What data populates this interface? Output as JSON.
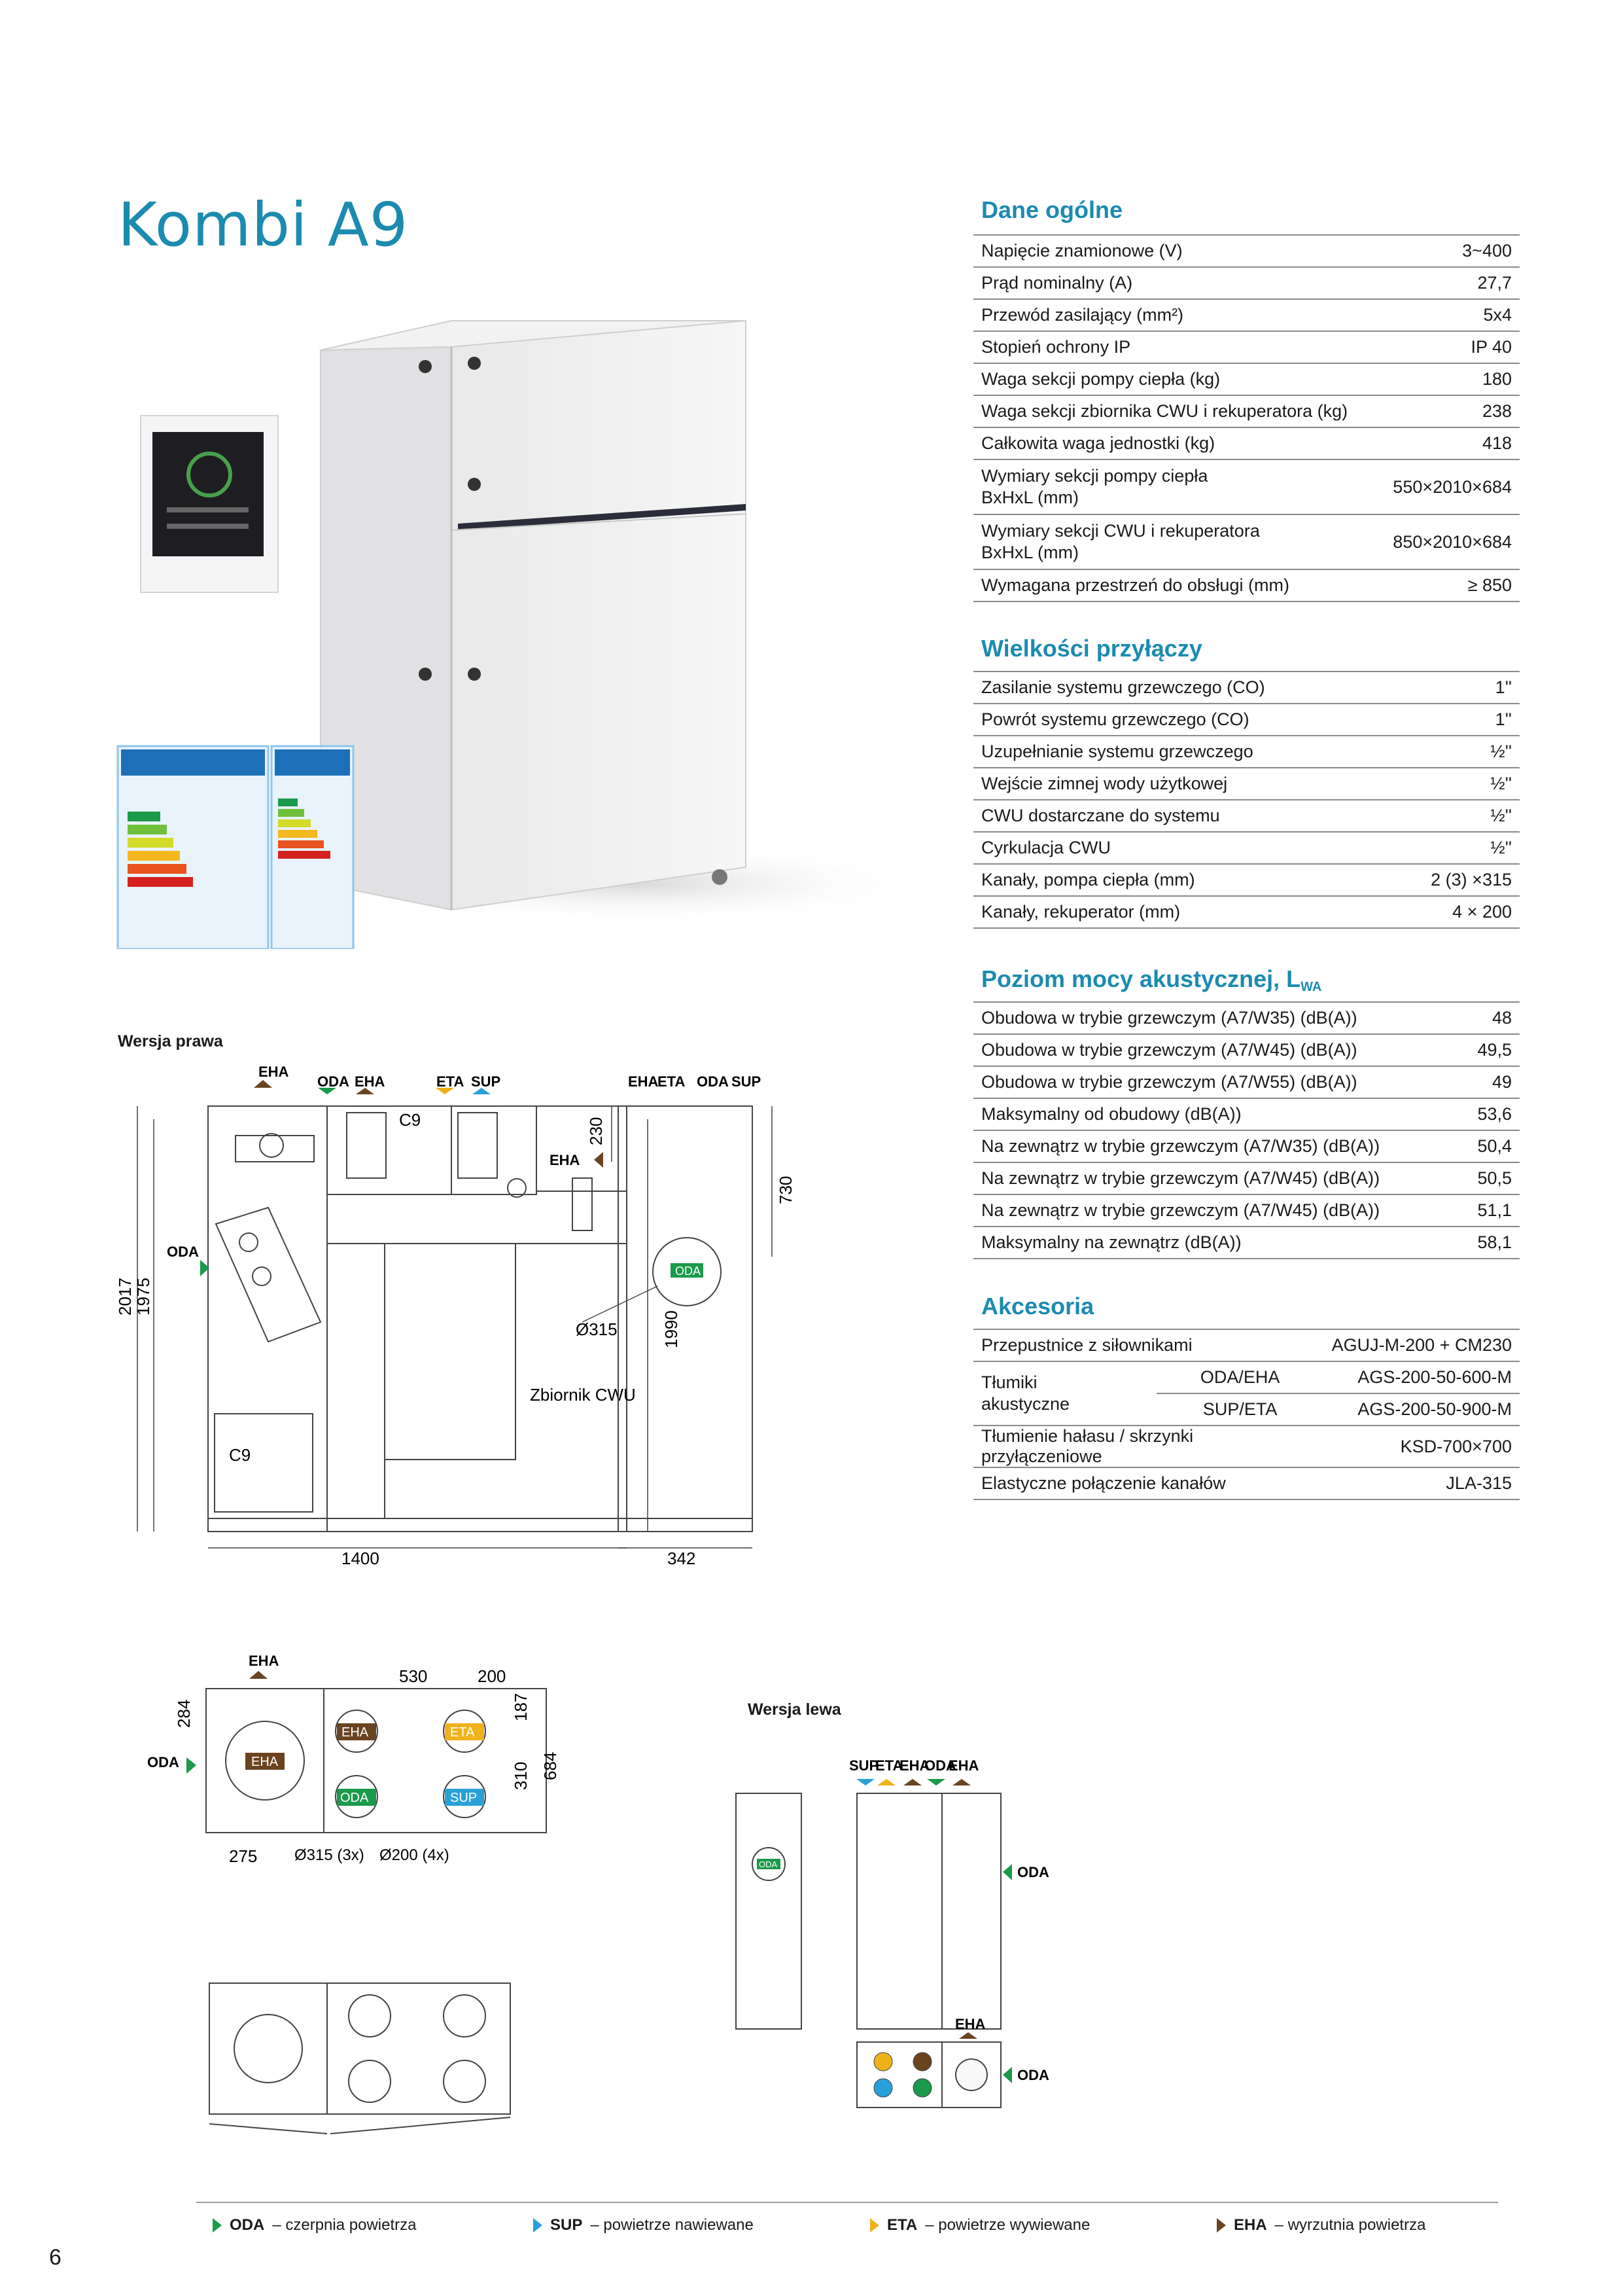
{
  "title": "Kombi A9",
  "general": {
    "heading": "Dane ogólne",
    "rows": [
      {
        "label": "Napięcie znamionowe (V)",
        "value": "3~400"
      },
      {
        "label": "Prąd nominalny (A)",
        "value": "27,7"
      },
      {
        "label": "Przewód zasilający (mm²)",
        "value": "5x4"
      },
      {
        "label": "Stopień ochrony IP",
        "value": "IP 40"
      },
      {
        "label": "Waga sekcji pompy ciepła (kg)",
        "value": "180"
      },
      {
        "label": "Waga sekcji zbiornika CWU i rekuperatora (kg)",
        "value": "238"
      },
      {
        "label": "Całkowita waga jednostki (kg)",
        "value": "418"
      },
      {
        "label": "Wymiary sekcji pompy ciepła",
        "label2": "BxHxL (mm)",
        "value": "550×2010×684"
      },
      {
        "label": "Wymiary sekcji CWU i rekuperatora",
        "label2": "BxHxL (mm)",
        "value": "850×2010×684"
      },
      {
        "label": "Wymagana przestrzeń do obsługi (mm)",
        "value": "≥ 850"
      }
    ]
  },
  "connections": {
    "heading": "Wielkości przyłączy",
    "rows": [
      {
        "label": "Zasilanie systemu grzewczego (CO)",
        "value": "1''"
      },
      {
        "label": "Powrót systemu grzewczego (CO)",
        "value": "1''"
      },
      {
        "label": "Uzupełnianie systemu grzewczego",
        "value": "½''"
      },
      {
        "label": "Wejście zimnej wody użytkowej",
        "value": "½''"
      },
      {
        "label": "CWU dostarczane do systemu",
        "value": "½''"
      },
      {
        "label": "Cyrkulacja  CWU",
        "value": "½''"
      },
      {
        "label": "Kanały, pompa ciepła (mm)",
        "value": "2 (3) ×315"
      },
      {
        "label": "Kanały, rekuperator (mm)",
        "value": "4 × 200"
      }
    ]
  },
  "acoustic": {
    "heading": "Poziom mocy akustycznej, L",
    "heading_sub": "WA",
    "rows": [
      {
        "label": "Obudowa w trybie grzewczym (A7/W35) (dB(A))",
        "value": "48"
      },
      {
        "label": "Obudowa w trybie grzewczym (A7/W45) (dB(A))",
        "value": "49,5"
      },
      {
        "label": "Obudowa w trybie grzewczym (A7/W55) (dB(A))",
        "value": "49"
      },
      {
        "label": "Maksymalny od obudowy (dB(A))",
        "value": "53,6"
      },
      {
        "label": "Na zewnątrz w trybie grzewczym (A7/W35) (dB(A))",
        "value": "50,4"
      },
      {
        "label": "Na zewnątrz w trybie grzewczym (A7/W45) (dB(A))",
        "value": "50,5"
      },
      {
        "label": "Na zewnątrz w trybie grzewczym (A7/W45) (dB(A))",
        "value": "51,1"
      },
      {
        "label": "Maksymalny na zewnątrz (dB(A))",
        "value": "58,1"
      }
    ]
  },
  "accessories": {
    "heading": "Akcesoria",
    "row1": {
      "label": "Przepustnice z siłownikami",
      "value": "AGUJ-M-200 + CM230"
    },
    "silencer": {
      "label": "Tłumiki",
      "label2": "akustyczne",
      "sub1": "ODA/EHA",
      "val1": "AGS-200-50-600-M",
      "sub2": "SUP/ETA",
      "val2": "AGS-200-50-900-M"
    },
    "row3": {
      "label": "Tłumienie hałasu / skrzynki przyłączeniowe",
      "value": "KSD-700×700"
    },
    "row4": {
      "label": "Elastyczne połączenie kanałów",
      "value": "JLA-315"
    }
  },
  "diagram": {
    "version_right": "Wersja prawa",
    "version_left": "Wersja lewa",
    "tank_label": "Zbiornik CWU",
    "c9": "C9",
    "dims": {
      "w1400": "1400",
      "w342": "342",
      "h2017": "2017",
      "h1975": "1975",
      "h1990": "1990",
      "h730": "730",
      "h230": "230",
      "d315": "Ø315",
      "w530": "530",
      "w200": "200",
      "h284": "284",
      "h187": "187",
      "h310": "310",
      "h684": "684",
      "w275": "275",
      "d315x3": "Ø315 (3x)",
      "d200x4": "Ø200 (4x)"
    },
    "eha": "EHA",
    "oda": "ODA",
    "eta": "ETA",
    "sup": "SUP"
  },
  "colors": {
    "ODA": "#1a9a4a",
    "SUP": "#2aa0d8",
    "ETA": "#f0b21a",
    "EHA": "#6a4420",
    "accent": "#1b8bb0"
  },
  "legend": [
    {
      "code": "ODA",
      "text": "– czerpnia powietrza",
      "color": "#1a9a4a"
    },
    {
      "code": "SUP",
      "text": "– powietrze nawiewane",
      "color": "#2aa0d8"
    },
    {
      "code": "ETA",
      "text": "– powietrze wywiewane",
      "color": "#f0b21a"
    },
    {
      "code": "EHA",
      "text": "– wyrzutnia powietrza",
      "color": "#6a4420"
    }
  ],
  "page_number": "6"
}
